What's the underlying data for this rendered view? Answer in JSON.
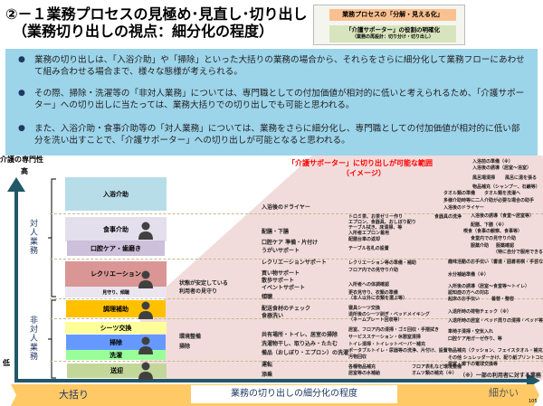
{
  "title": {
    "line1": "②－１業務プロセスの見極め･見直し･切り出し",
    "line2": "（業務切り出しの視点：細分化の程度）"
  },
  "legend": {
    "step1": "業務プロセスの「分解・見える化」",
    "step2": "「介護サポーター」の役割の明確化",
    "step2_sub": "（業務の再設計：切り分け・切り出し）"
  },
  "bullets": [
    "業務の切り出しは、「入浴介助」や「掃除」といった大括りの業務の場合から、それらをさらに細分化して業務フローにあわせて組み合わせる場合まで、様々な態様が考えられる。",
    "その際、掃除・洗濯等の「非対人業務」については、専門職としての付加価値が相対的に低いと考えられるため、「介護サポーター」への切り出しに当たっては、業務大括りでの切り出しでも可能と思われる。",
    "また、入浴介助・食事介助等の「対人業務」については、業務をさらに細分化し、専門職としての付加価値が相対的に低い部分を洗い出すことで、「介護サポーター」への切り出しが可能となると思われる。"
  ],
  "axis": {
    "y_label": "介護の専門性",
    "y_high": "高",
    "y_low": "低",
    "x_left": "大括り",
    "x_label": "業務の切り出しの細分化の程度",
    "x_right": "細かい"
  },
  "groups": {
    "personal": "対人業務",
    "nonpersonal": "非対人業務"
  },
  "range": {
    "title": "「介護サポーター」に切り出しが可能な範囲",
    "sub": "（イメージ）"
  },
  "colors": {
    "range_fill": "#f2dcdb",
    "arrow": "#215868",
    "band": "#ffc966",
    "range_title": "#ff0000"
  },
  "tasks": [
    "入浴介助",
    "食事介助",
    "口腔ケア・歯磨き",
    "レクリエーション",
    "見守り、傾聴",
    "調理補助",
    "シーツ交換",
    "掃除",
    "洗濯",
    "送迎"
  ],
  "level1": [
    "状態が安定している",
    "利用者の見守り",
    "環境整備",
    "掃除"
  ],
  "level2": [
    "入浴後のドライヤー",
    "配膳・下膳",
    "口腔ケア 準備・片付け",
    "うがいサポート",
    "レクリエーションサポート",
    "買い物サポート",
    "散歩サポート",
    "イベントサポート",
    "傾聴",
    "配送食材のチェック",
    "食器洗い",
    "共有場所・トイレ、居室の掃除",
    "洗濯物干し、取り込み・たたむ",
    "備品（おしぼり・エプロン）の洗濯",
    "運転",
    "添乗"
  ],
  "level3": [
    "トロミ茶、お茶ゼリー作り",
    "エプロン、食器具、おしぼり配り",
    "テーブル拭き、床清掃、等",
    "入所者エプロン着用",
    "配膳台車の返却",
    "テーブル名札の設置",
    "食器具の洗浄",
    "レクリエーション等の準備・補助",
    "フロア内での見守り介助",
    "入所者への体調確認",
    "更衣見守り、衣類の準備",
    "（本人以外に衣類を選ぶ等）",
    "寝具シーツ交換",
    "退所後のシーツ剥ぎ・ベッドメイキング",
    "（ネームプレート回収等）",
    "居室、フロア内の清掃・ゴミ回収・手摺拭き",
    "サービスステーション・休憩室清掃",
    "トイレ清掃・トイレットペーパー補充",
    "ポータブルトイレ・尿器等の洗浄、片付け、設置",
    "汚物回収",
    "各種物品補充",
    "フロア表札など環境整備",
    "居室等の水補給",
    "オムツ類の補充（※）"
  ],
  "level4": [
    "入浴前の準備（※）",
    "入浴後の誘導（居室～浴室）",
    "風呂場清掃",
    "風呂に湯を張る",
    "物品補充（シャンプー、石鹸等）",
    "タオル類の準備",
    "タオル類を洗濯へ",
    "多様介助時等に二人介助が必要な場合の助手",
    "入浴後のドライヤー",
    "入浴後の誘導（食堂～居室等）",
    "配膳、下膳（※）",
    "喫食（食事の観察、食事等）",
    "食堂内での見守り介助",
    "服薬介助",
    "服薬確認",
    "（特に自分で服用できる入所者）",
    "趣味活動のお手伝い（書道・囲碁将棋・手芸など）",
    "水分補給準備（※）",
    "入所後の誘導（居室～食堂等～トイレ）",
    "認知症の方への対応",
    "起床のお手伝い",
    "着替・整容",
    "入退所時の荷物チェック（※）",
    "入退所時の居室・ベッド周りの清掃・ベッド等の交換",
    "車椅子清掃・空気入れ",
    "口腔ケア用ガーゼ作り、等",
    "物品補充（クッション、フェイスタオル・補充）",
    "その他 シュレッダーかけ、配り紙プリントコピー",
    "居室・廊下の電球交換等"
  ],
  "note": "（※）一部の利用者に対する業務",
  "page_number": "105"
}
